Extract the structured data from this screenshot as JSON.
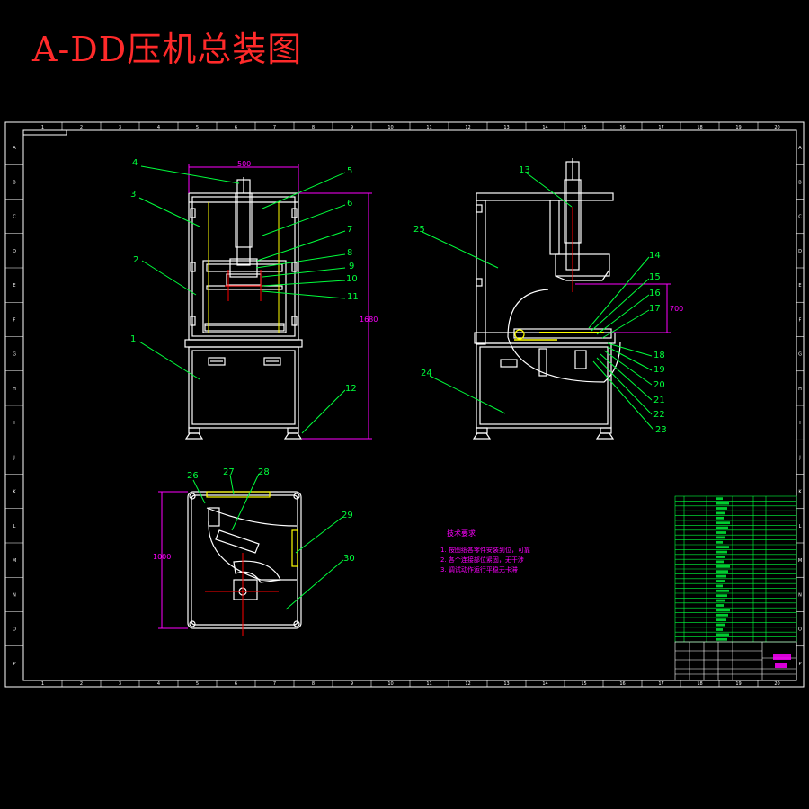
{
  "title": "A-DD压机总装图",
  "dimensions": {
    "width_top": "500",
    "height_front": "1680",
    "side_offset": "700",
    "depth_top": "1000"
  },
  "callouts": [
    "1",
    "2",
    "3",
    "4",
    "5",
    "6",
    "7",
    "8",
    "9",
    "10",
    "11",
    "12",
    "13",
    "14",
    "15",
    "16",
    "17",
    "18",
    "19",
    "20",
    "21",
    "22",
    "23",
    "24",
    "25",
    "26",
    "27",
    "28",
    "29",
    "30"
  ],
  "tech_requirements": {
    "heading": "技术要求",
    "items": [
      "1. 按图纸各零件安装到位，可靠",
      "2. 各个连接部位紧固，无干涉",
      "3. 调试动作运行平稳无卡滞"
    ]
  },
  "frame_zone_numbers": [
    "1",
    "2",
    "3",
    "4",
    "5",
    "6",
    "7",
    "8",
    "9",
    "10",
    "11",
    "12",
    "13",
    "14",
    "15",
    "16",
    "17",
    "18",
    "19",
    "20"
  ],
  "frame_zone_letters": [
    "A",
    "B",
    "C",
    "D",
    "E",
    "F",
    "G",
    "H",
    "I",
    "J",
    "K",
    "L",
    "M",
    "N",
    "O",
    "P"
  ],
  "colors": {
    "background": "#000000",
    "title": "#ff2a2a",
    "callout": "#00ff3c",
    "dimension": "#ff00ff",
    "outline": "#ffffff",
    "centerline": "#ff0000"
  }
}
